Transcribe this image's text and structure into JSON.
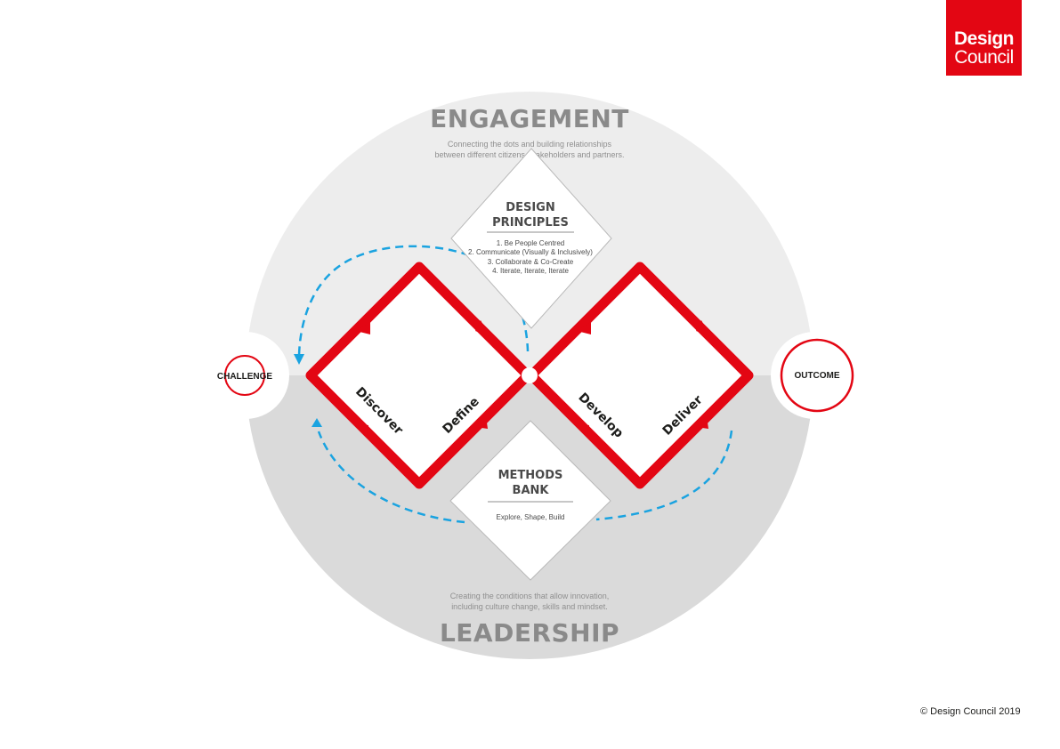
{
  "brand": {
    "logo_line1": "Design",
    "logo_line2": "Council",
    "copyright": "© Design Council 2019"
  },
  "engagement": {
    "title": "ENGAGEMENT",
    "desc_line1": "Connecting the dots and building relationships",
    "desc_line2": "between different citizens, stakeholders and partners."
  },
  "leadership": {
    "title": "LEADERSHIP",
    "desc_line1": "Creating the conditions that allow innovation,",
    "desc_line2": "including culture change, skills and mindset."
  },
  "design_principles": {
    "title_line1": "DESIGN",
    "title_line2": "PRINCIPLES",
    "items": [
      "1. Be People Centred",
      "2. Communicate (Visually & Inclusively)",
      "3. Collaborate & Co-Create",
      "4. Iterate, Iterate, Iterate"
    ]
  },
  "methods_bank": {
    "title_line1": "METHODS",
    "title_line2": "BANK",
    "desc": "Explore, Shape, Build"
  },
  "start_label": "CHALLENGE",
  "end_label": "OUTCOME",
  "stages": [
    "Discover",
    "Define",
    "Develop",
    "Deliver"
  ],
  "colors": {
    "red": "#e30613",
    "blue": "#1aa3e0",
    "upper_grey": "#ededed",
    "lower_grey": "#dadada",
    "heading_grey": "#8a8a8a",
    "text_grey": "#8f8f8f",
    "dark_text": "#1d1d1b"
  }
}
